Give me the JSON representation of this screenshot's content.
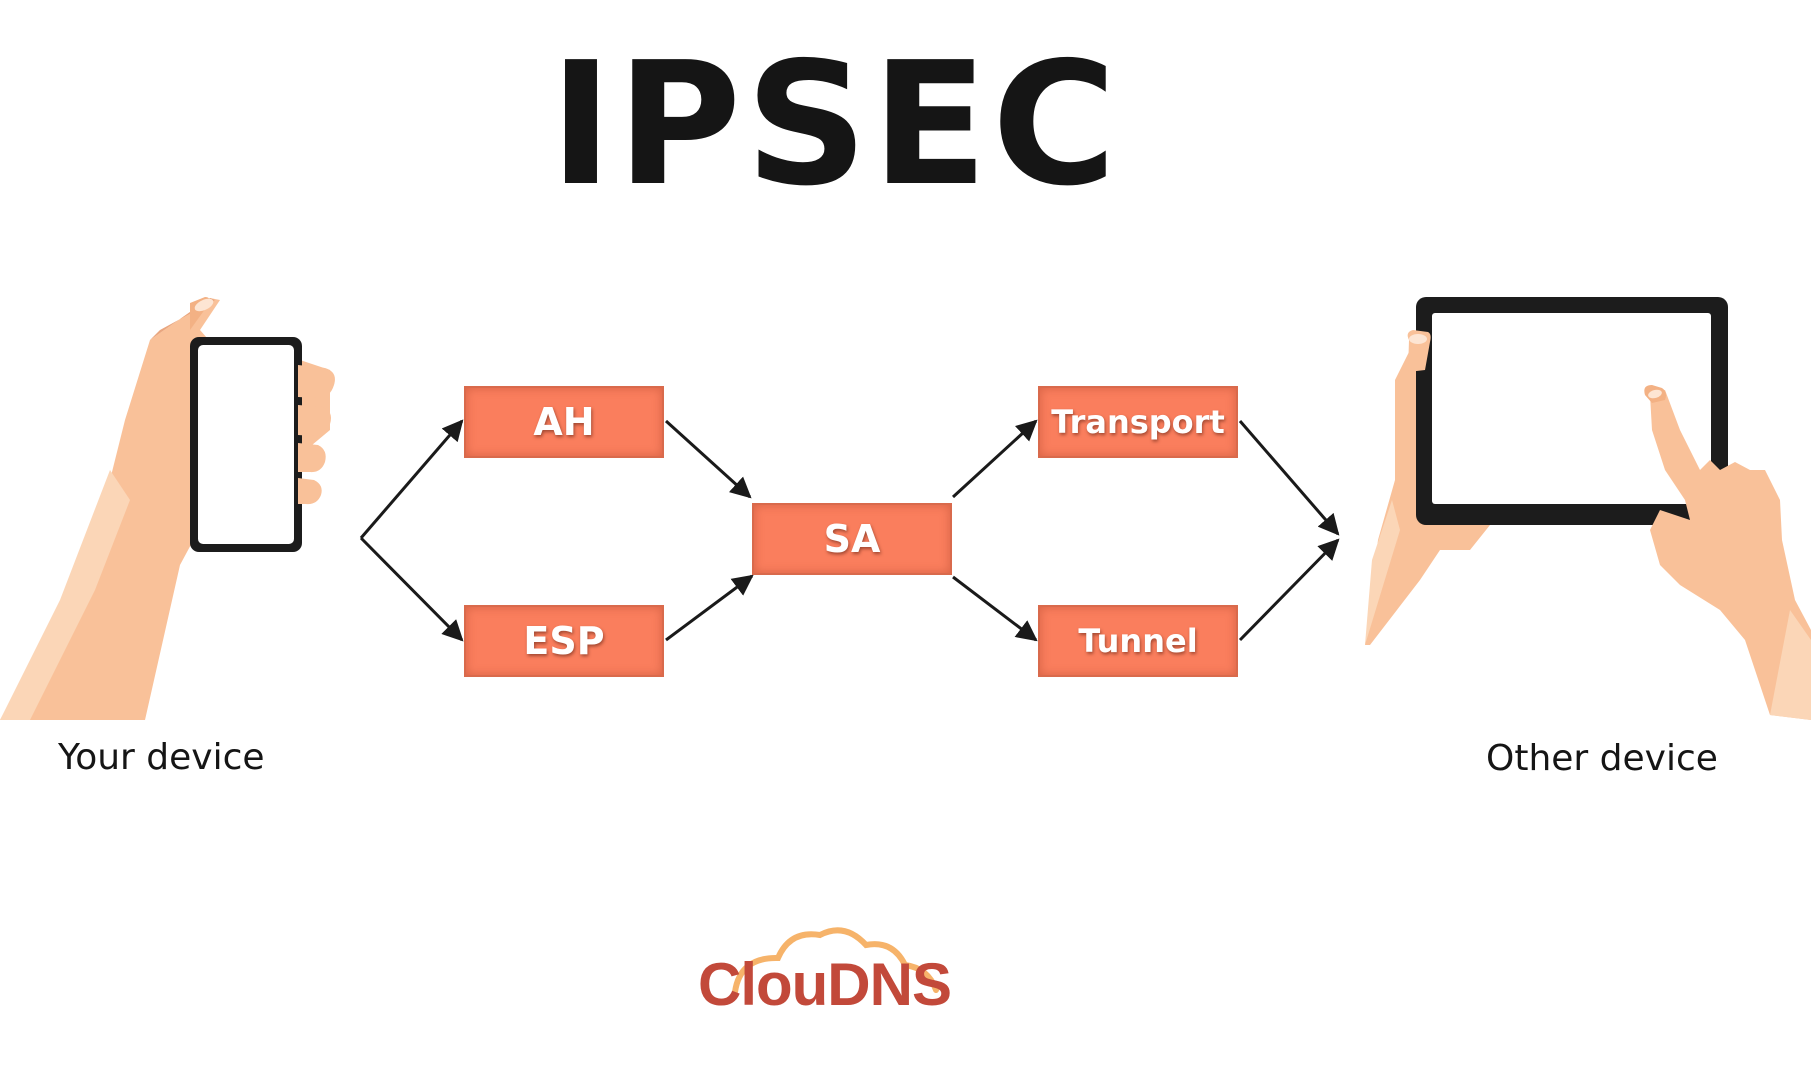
{
  "diagram": {
    "title": "IPSEC",
    "nodes": {
      "ah": "AH",
      "esp": "ESP",
      "sa": "SA",
      "transport": "Transport",
      "tunnel": "Tunnel"
    },
    "labels": {
      "your_device": "Your device",
      "other_device": "Other device"
    },
    "logo": "ClouDNS",
    "colors": {
      "box_fill": "#fa7e5d",
      "box_border": "#d96a4c",
      "arrow": "#1a1a1a",
      "logo": "#c2493a",
      "logo_cloud": "#f6b36a",
      "skin": "#f9c199"
    },
    "icons": {
      "left_device": "hand-holding-phone-icon",
      "right_device": "hands-holding-tablet-icon"
    }
  }
}
